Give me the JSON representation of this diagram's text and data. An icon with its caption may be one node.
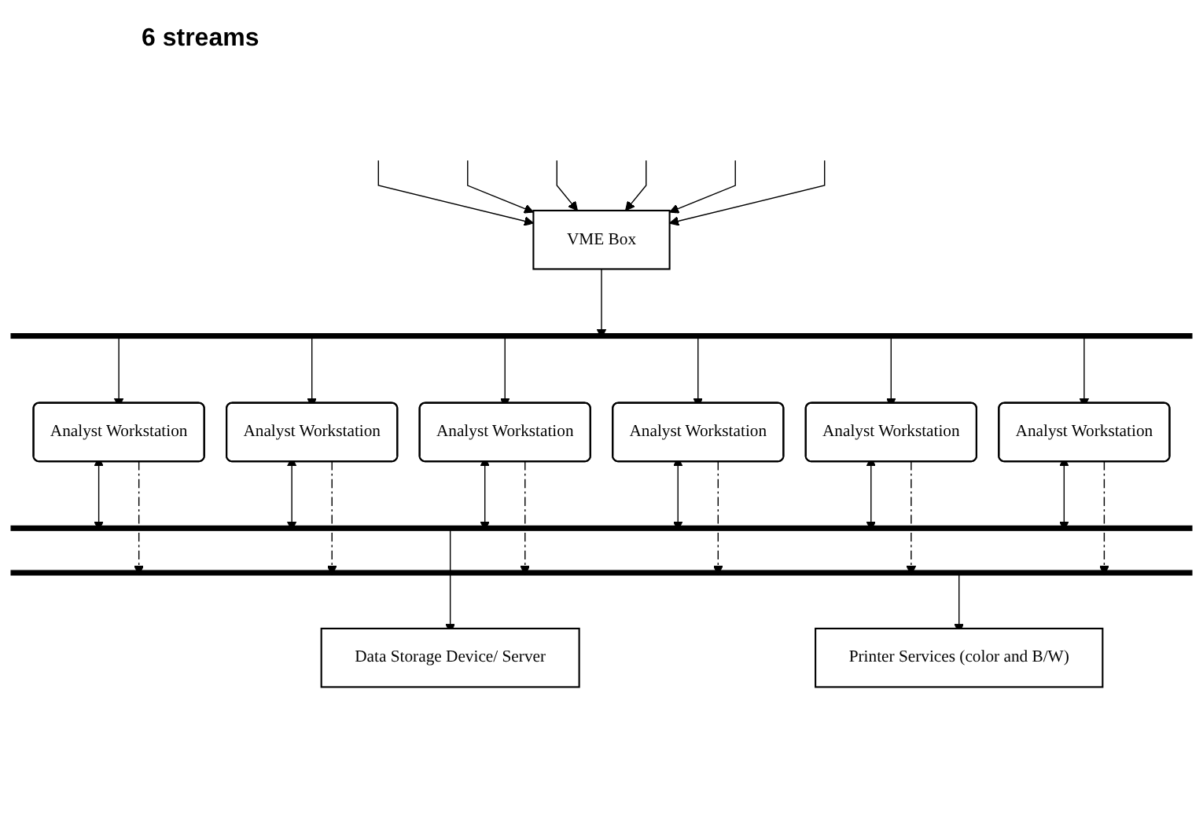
{
  "diagram": {
    "nodes": [
      {
        "text": [
          "VME Box"
        ]
      },
      {
        "text": [],
        "shape": "bar"
      },
      {
        "text": [
          "Analyst Workstation"
        ]
      },
      {
        "text": [
          "Analyst Workstation"
        ]
      },
      {
        "text": [
          "Analyst Workstation"
        ]
      },
      {
        "text": [
          "Analyst Workstation"
        ]
      },
      {
        "text": [
          "Analyst Workstation"
        ]
      },
      {
        "text": [
          "Analyst Workstation"
        ]
      },
      {
        "text": [],
        "shape": "bar"
      },
      {
        "text": [],
        "shape": "bar"
      },
      {
        "text": [
          "Data Storage Device/ Server"
        ]
      },
      {
        "text": [
          "Printer Services (color and B/W)"
        ]
      }
    ],
    "edges": [
      {
        "from": null,
        "to": 0,
        "arrow": "to"
      },
      {
        "from": null,
        "to": 0,
        "arrow": "to"
      },
      {
        "from": null,
        "to": 0,
        "arrow": "to"
      },
      {
        "from": null,
        "to": 0,
        "arrow": "to"
      },
      {
        "from": null,
        "to": 0,
        "arrow": "to"
      },
      {
        "from": null,
        "to": 0,
        "arrow": "to"
      },
      {
        "from": 0,
        "to": 1,
        "arrow": "to"
      },
      {
        "from": 1,
        "to": 2,
        "arrow": "to"
      },
      {
        "from": 1,
        "to": 3,
        "arrow": "to"
      },
      {
        "from": 1,
        "to": 4,
        "arrow": "to"
      },
      {
        "from": 1,
        "to": 5,
        "arrow": "to"
      },
      {
        "from": 1,
        "to": 6,
        "arrow": "to"
      },
      {
        "from": 1,
        "to": 7,
        "arrow": "to"
      },
      {
        "from": 2,
        "to": 8,
        "arrow": "both"
      },
      {
        "from": 3,
        "to": 8,
        "arrow": "both"
      },
      {
        "from": 4,
        "to": 8,
        "arrow": "both"
      },
      {
        "from": 5,
        "to": 8,
        "arrow": "both"
      },
      {
        "from": 6,
        "to": 8,
        "arrow": "both"
      },
      {
        "from": 7,
        "to": 8,
        "arrow": "both"
      },
      {
        "from": 2,
        "to": 9,
        "arrow": "to",
        "style": "dashed"
      },
      {
        "from": 3,
        "to": 9,
        "arrow": "to",
        "style": "dashed"
      },
      {
        "from": 4,
        "to": 9,
        "arrow": "to",
        "style": "dashed"
      },
      {
        "from": 5,
        "to": 9,
        "arrow": "to",
        "style": "dashed"
      },
      {
        "from": 6,
        "to": 9,
        "arrow": "to",
        "style": "dashed"
      },
      {
        "from": 7,
        "to": 9,
        "arrow": "to",
        "style": "dashed"
      },
      {
        "from": 8,
        "to": 10,
        "arrow": "to"
      },
      {
        "from": 9,
        "to": 11,
        "arrow": "to"
      }
    ],
    "labels": [
      "6 streams"
    ]
  }
}
